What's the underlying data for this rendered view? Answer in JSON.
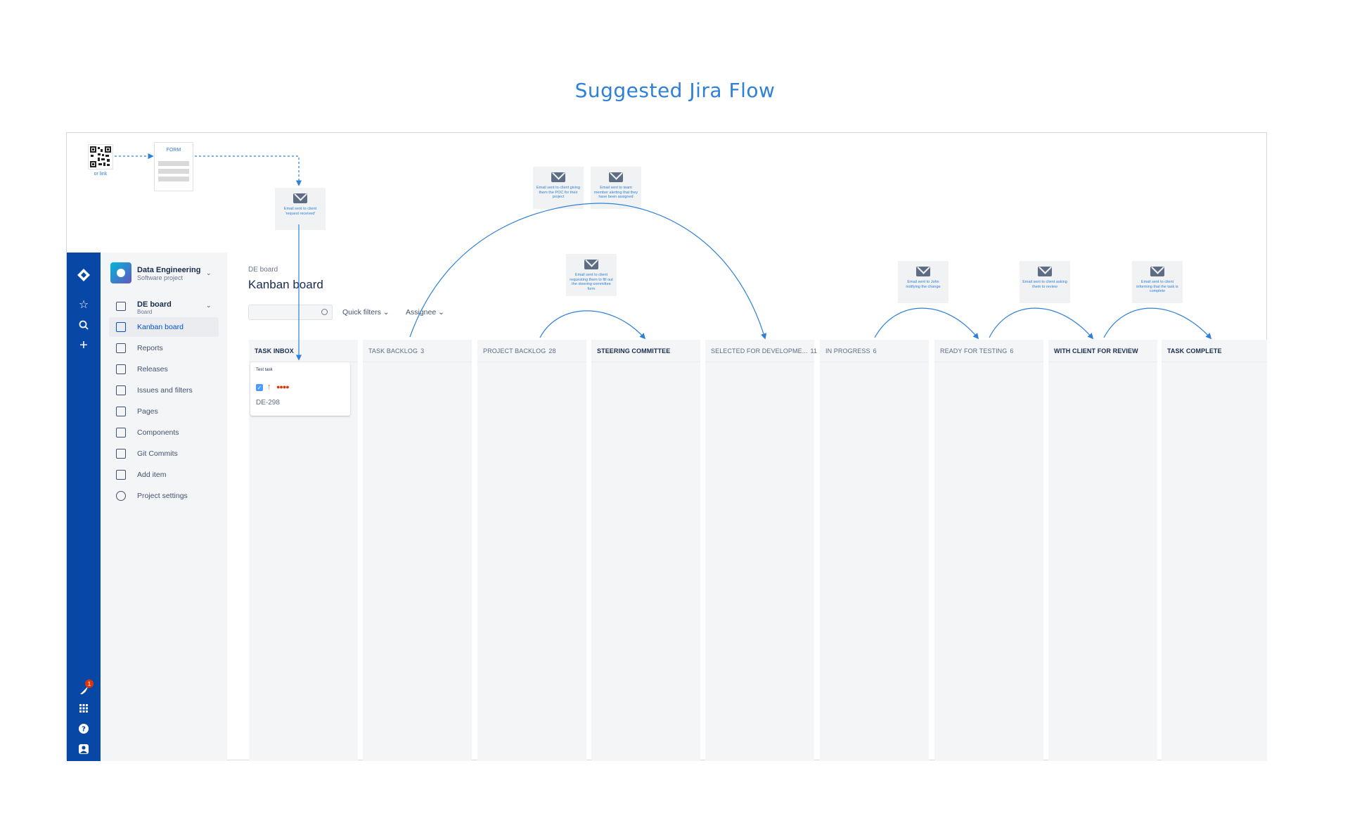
{
  "title": "Suggested Jira Flow",
  "intake": {
    "qr_label": "or link",
    "form_label": "FORM"
  },
  "emails": [
    {
      "id": "request-received",
      "text": "Email sent to client 'request received'"
    },
    {
      "id": "poc",
      "text": "Email sent to client giving them the POC for their project"
    },
    {
      "id": "assigned",
      "text": "Email sent to team member alerting that they have been assigned"
    },
    {
      "id": "steering",
      "text": "Email sent to client requesting them to fill out the steering committee form"
    },
    {
      "id": "john",
      "text": "Email sent to John notifying the change"
    },
    {
      "id": "review",
      "text": "Email sent to client asking them to review"
    },
    {
      "id": "complete",
      "text": "Email sent to client informing that the task is complete"
    }
  ],
  "project": {
    "name": "Data Engineering",
    "type": "Software project"
  },
  "board": {
    "name": "DE board",
    "type": "Board",
    "breadcrumb": "DE board",
    "title": "Kanban board"
  },
  "sidebar": {
    "items": [
      {
        "label": "Kanban board",
        "icon": "board-icon",
        "active": true
      },
      {
        "label": "Reports",
        "icon": "chart-icon",
        "active": false
      },
      {
        "label": "Releases",
        "icon": "ship-icon",
        "active": false
      },
      {
        "label": "Issues and filters",
        "icon": "filter-icon",
        "active": false
      },
      {
        "label": "Pages",
        "icon": "page-icon",
        "active": false
      },
      {
        "label": "Components",
        "icon": "component-icon",
        "active": false
      },
      {
        "label": "Git Commits",
        "icon": "git-icon",
        "active": false
      },
      {
        "label": "Add item",
        "icon": "add-icon",
        "active": false
      },
      {
        "label": "Project settings",
        "icon": "gear-icon",
        "active": false
      }
    ]
  },
  "global_nav": {
    "notification_count": "1"
  },
  "filters": {
    "search_placeholder": "",
    "quick_filters": "Quick filters",
    "assignee": "Assignee"
  },
  "columns": [
    {
      "name": "TASK INBOX",
      "count": "",
      "bold": true
    },
    {
      "name": "TASK BACKLOG",
      "count": "3",
      "bold": false
    },
    {
      "name": "PROJECT BACKLOG",
      "count": "28",
      "bold": false
    },
    {
      "name": "STEERING COMMITTEE",
      "count": "",
      "bold": true
    },
    {
      "name": "SELECTED FOR DEVELOPME...",
      "count": "11",
      "bold": false
    },
    {
      "name": "IN PROGRESS",
      "count": "6",
      "bold": false
    },
    {
      "name": "READY FOR TESTING",
      "count": "6",
      "bold": false
    },
    {
      "name": "WITH CLIENT FOR REVIEW",
      "count": "",
      "bold": true
    },
    {
      "name": "TASK COMPLETE",
      "count": "",
      "bold": true
    }
  ],
  "card": {
    "summary": "Test task",
    "key": "DE-298"
  },
  "colors": {
    "nav": "#0747a6",
    "accent": "#2f80d8",
    "column_bg": "#f4f5f7"
  }
}
